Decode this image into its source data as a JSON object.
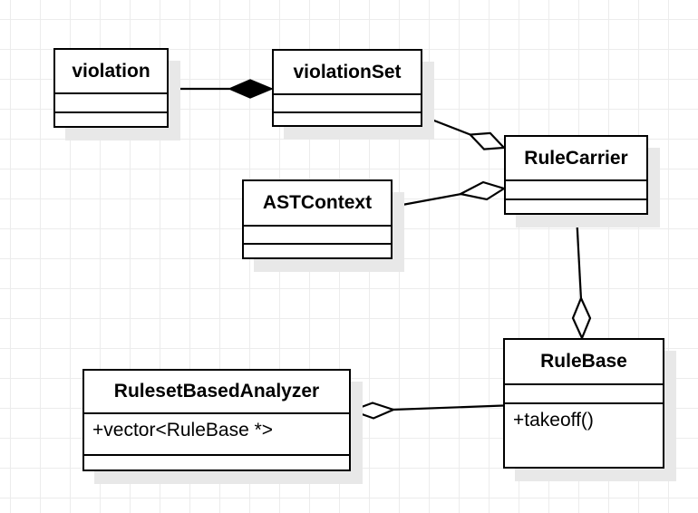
{
  "diagram": {
    "type": "uml-class-diagram",
    "classes": [
      {
        "id": "violation",
        "name": "violation",
        "attributes": [],
        "operations": []
      },
      {
        "id": "violationSet",
        "name": "violationSet",
        "attributes": [],
        "operations": []
      },
      {
        "id": "RuleCarrier",
        "name": "RuleCarrier",
        "attributes": [],
        "operations": []
      },
      {
        "id": "ASTContext",
        "name": "ASTContext",
        "attributes": [],
        "operations": []
      },
      {
        "id": "RuleBase",
        "name": "RuleBase",
        "attributes": [],
        "operations": [
          "+takeoff()"
        ]
      },
      {
        "id": "RulesetBasedAnalyzer",
        "name": "RulesetBasedAnalyzer",
        "attributes": [
          "+vector<RuleBase *>"
        ],
        "operations": []
      }
    ],
    "relationships": [
      {
        "from": "violation",
        "to": "violationSet",
        "type": "composition",
        "diamond_at": "violationSet"
      },
      {
        "from": "violationSet",
        "to": "RuleCarrier",
        "type": "aggregation",
        "diamond_at": "RuleCarrier"
      },
      {
        "from": "ASTContext",
        "to": "RuleCarrier",
        "type": "aggregation",
        "diamond_at": "RuleCarrier"
      },
      {
        "from": "RuleCarrier",
        "to": "RuleBase",
        "type": "aggregation",
        "diamond_at": "RuleBase"
      },
      {
        "from": "RulesetBasedAnalyzer",
        "to": "RuleBase",
        "type": "aggregation",
        "diamond_at": "RulesetBasedAnalyzer"
      }
    ],
    "colors": {
      "stroke": "#000000",
      "background": "#ffffff",
      "grid_line": "#ececec",
      "box_shadow": "#e8e8e8"
    }
  }
}
